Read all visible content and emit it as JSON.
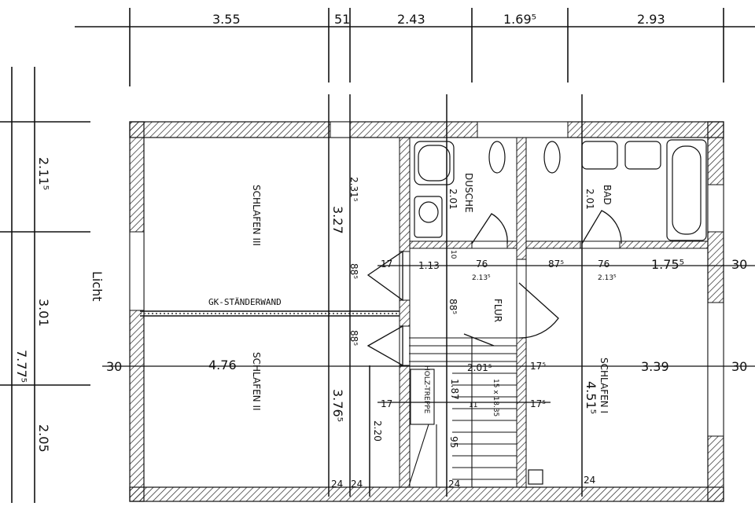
{
  "top_dimensions": [
    "3.55",
    "51",
    "2.43",
    "1.69⁵",
    "2.93"
  ],
  "left_dimensions": [
    "2.11⁵",
    "3.01",
    "7.77⁵",
    "2.05"
  ],
  "rooms": {
    "schlafen_3": "SCHLAFEN III",
    "schlafen_2": "SCHLAFEN II",
    "schlafen_1": "SCHLAFEN I",
    "dusche": "DUSCHE",
    "bad": "BAD",
    "flur": "FLUR",
    "treppe": "HOLZ-TREPPE",
    "gk_wall": "GK-STÄNDERWAND"
  },
  "room_dimensions": {
    "s2_width": "4.76",
    "s1_width": "3.39",
    "s3_h": "3.27",
    "s2_h": "3.76⁵",
    "s1_h": "4.51⁵",
    "right_w": "1.75⁵",
    "wall_30_left": "30",
    "wall_30_right": "30",
    "wall_30_r2": "30",
    "bad_h": "2.01",
    "dusche_h": "2.01",
    "flur_w": "1.13",
    "stair_rise": "15 x 18.35",
    "stair_len": "1.87",
    "stair_run": "2.01⁵"
  },
  "misc_labels": {
    "m1": "76",
    "m2": "76",
    "m3": "88⁵",
    "m4": "88⁵",
    "m5": "17",
    "m6": "17",
    "m7": "17⁵",
    "m8": "17⁵",
    "m9": "2.13⁵",
    "m10": "2.13⁵",
    "m11": "2.20",
    "m12": "2.31⁵",
    "m13": "24",
    "m14": "24",
    "m15": "95",
    "m16": "10",
    "m17": "11",
    "m18": "88⁵",
    "m19": "87⁵",
    "m20": "24",
    "m21": "24"
  },
  "side_note": "Licht"
}
